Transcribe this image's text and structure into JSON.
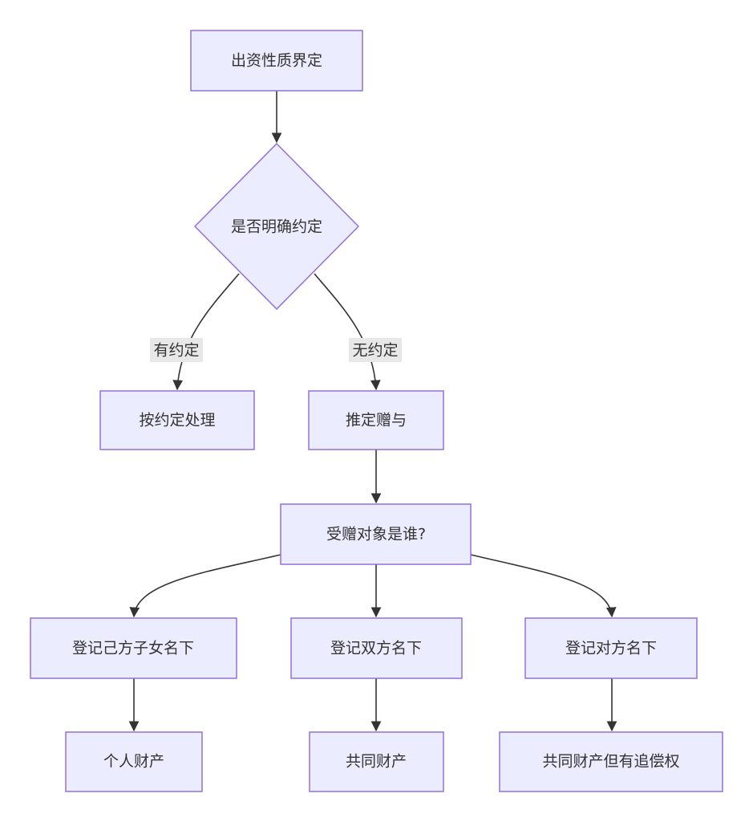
{
  "colors": {
    "node_fill": "#ececff",
    "node_stroke": "#9370db",
    "edge": "#333333",
    "label_bg": "#e8e8e8",
    "text": "#333333"
  },
  "nodes": {
    "start": "出资性质界定",
    "decision": "是否明确约定",
    "agreed": "按约定处理",
    "presumed_gift": "推定赠与",
    "recipient": "受赠对象是谁?",
    "own_child": "登记己方子女名下",
    "both": "登记双方名下",
    "other": "登记对方名下",
    "personal": "个人财产",
    "joint": "共同财产",
    "joint_claim": "共同财产但有追偿权"
  },
  "edge_labels": {
    "has_agreement": "有约定",
    "no_agreement": "无约定"
  }
}
